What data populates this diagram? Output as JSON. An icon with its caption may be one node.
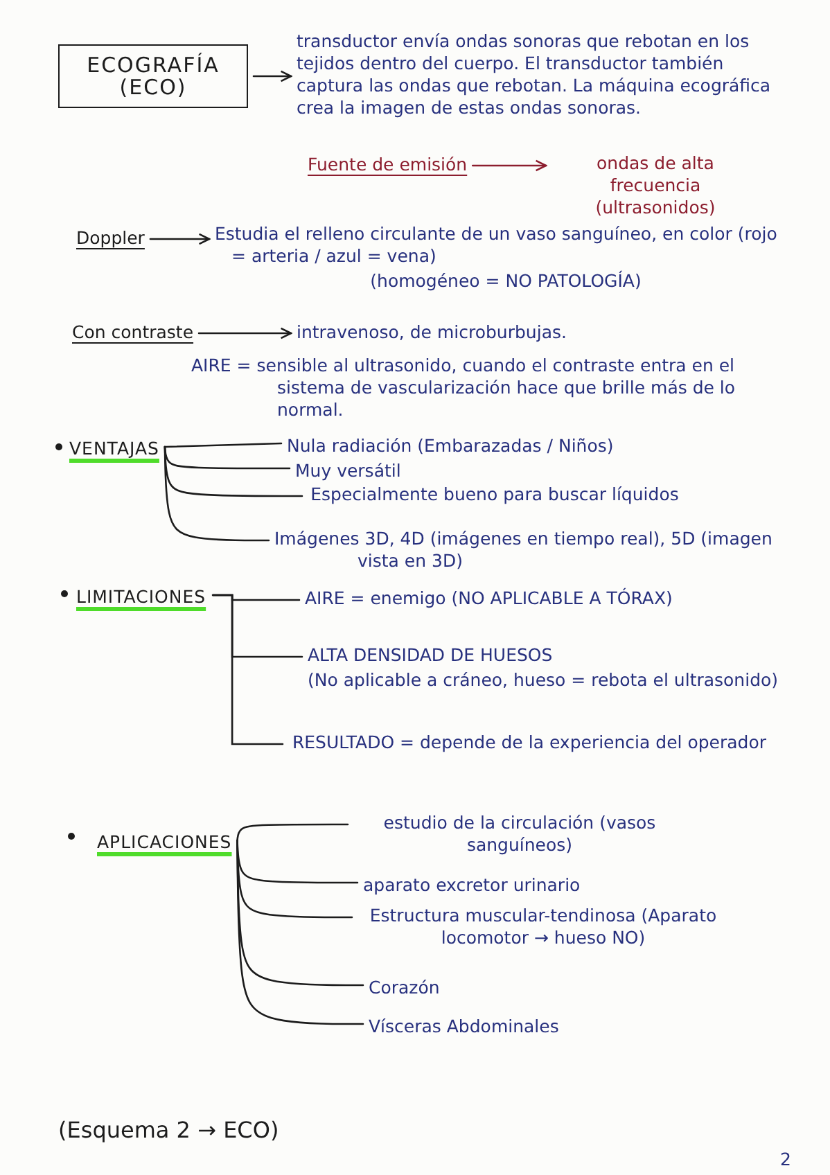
{
  "diagram": {
    "nodes": [
      {
        "text": [
          "ECOGRAFÍA (ECO)"
        ]
      },
      {
        "text": [
          "transductor envía ondas sonoras que rebotan en los tejidos dentro del cuerpo. El transductor también captura las ondas que rebotan. La máquina ecográfica crea la imagen de estas ondas sonoras."
        ]
      },
      {
        "text": [
          "Fuente de emisión"
        ]
      },
      {
        "text": [
          "ondas de alta frecuencia (ultrasonidos)"
        ]
      },
      {
        "text": [
          "Doppler"
        ]
      },
      {
        "text": [
          "Estudia el relleno circulante de un vaso sanguíneo, en color (rojo = arteria / azul = vena)",
          "(homogéneo = NO PATOLOGÍA)"
        ]
      },
      {
        "text": [
          "Con contraste"
        ]
      },
      {
        "text": [
          "intravenoso, de microburbujas."
        ]
      },
      {
        "text": [
          "VENTAJAS"
        ]
      },
      {
        "text": [
          "Nula radiación (Embarazadas / Niños)"
        ]
      },
      {
        "text": [
          "Muy versátil"
        ]
      },
      {
        "text": [
          "Especialmente bueno para buscar líquidos"
        ]
      },
      {
        "text": [
          "Imágenes 3D, 4D (imágenes en tiempo real), 5D (imagen vista en 3D)"
        ]
      },
      {
        "text": [
          "LIMITACIONES"
        ]
      },
      {
        "text": [
          "AIRE = enemigo (NO APLICABLE A TÓRAX)"
        ]
      },
      {
        "text": [
          "ALTA DENSIDAD DE HUESOS",
          "(No aplicable a cráneo, hueso = rebota el ultrasonido)"
        ]
      },
      {
        "text": [
          "RESULTADO = depende de la experiencia del operador"
        ]
      },
      {
        "text": [
          "APLICACIONES"
        ]
      },
      {
        "text": [
          "estudio de la circulación (vasos sanguíneos)"
        ]
      },
      {
        "text": [
          "aparato excretor urinario"
        ]
      },
      {
        "text": [
          "Estructura muscular-tendinosa (Aparato locomotor → hueso NO)"
        ]
      },
      {
        "text": [
          "Corazón"
        ]
      },
      {
        "text": [
          "Vísceras Abdominales"
        ]
      }
    ],
    "edges": [
      {
        "from": 0,
        "to": 1,
        "arrow": "to"
      },
      {
        "from": 2,
        "to": 3,
        "arrow": "to",
        "color": "#8c1d2e"
      },
      {
        "from": 4,
        "to": 5,
        "arrow": "to"
      },
      {
        "from": 6,
        "to": 7,
        "arrow": "to"
      },
      {
        "from": 8,
        "to": 9,
        "arrow": "none"
      },
      {
        "from": 8,
        "to": 10,
        "arrow": "none"
      },
      {
        "from": 8,
        "to": 11,
        "arrow": "none"
      },
      {
        "from": 8,
        "to": 12,
        "arrow": "none"
      },
      {
        "from": 13,
        "to": 14,
        "arrow": "none"
      },
      {
        "from": 13,
        "to": 15,
        "arrow": "none"
      },
      {
        "from": 13,
        "to": 16,
        "arrow": "none"
      },
      {
        "from": 17,
        "to": 18,
        "arrow": "none"
      },
      {
        "from": 17,
        "to": 19,
        "arrow": "none"
      },
      {
        "from": 17,
        "to": 20,
        "arrow": "none"
      },
      {
        "from": 17,
        "to": 21,
        "arrow": "none"
      },
      {
        "from": 17,
        "to": 22,
        "arrow": "none"
      }
    ],
    "labels": [
      "AIRE = sensible al ultrasonido, cuando el contraste entra en el sistema de vascularización hace que brille más de lo normal.",
      "(Esquema 2 → ECO)",
      "2"
    ]
  }
}
